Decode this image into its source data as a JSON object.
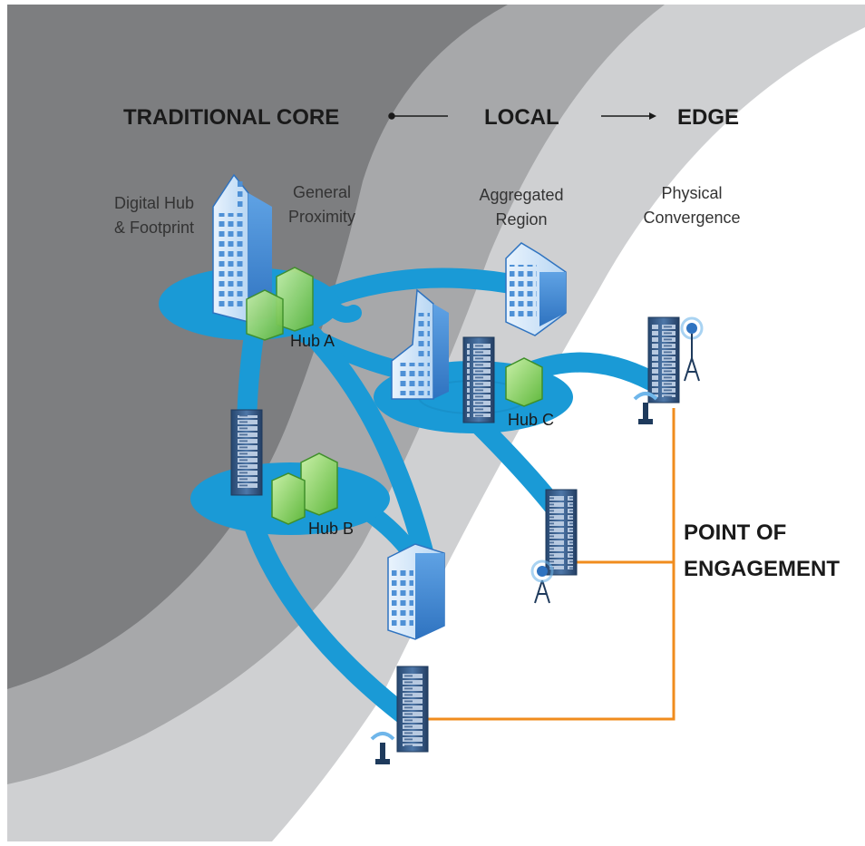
{
  "spectrum": {
    "core": "TRADITIONAL CORE",
    "local": "LOCAL",
    "edge": "EDGE"
  },
  "labels": {
    "digital_hub_1": "Digital Hub",
    "digital_hub_2": "& Footprint",
    "general_1": "General",
    "general_2": "Proximity",
    "aggregated_1": "Aggregated",
    "aggregated_2": "Region",
    "physical_1": "Physical",
    "physical_2": "Convergence"
  },
  "hubs": {
    "a": "Hub A",
    "b": "Hub B",
    "c": "Hub C"
  },
  "engagement": {
    "line1": "POINT OF",
    "line2": "ENGAGEMENT"
  },
  "colors": {
    "core_zone": "#7d7e80",
    "local_zone": "#a7a8aa",
    "edge_zone": "#cfd0d2",
    "network": "#1a9ad6",
    "engagement_line": "#f08c1e",
    "building": "#3d86d4",
    "green_block": "#6cc04a"
  }
}
